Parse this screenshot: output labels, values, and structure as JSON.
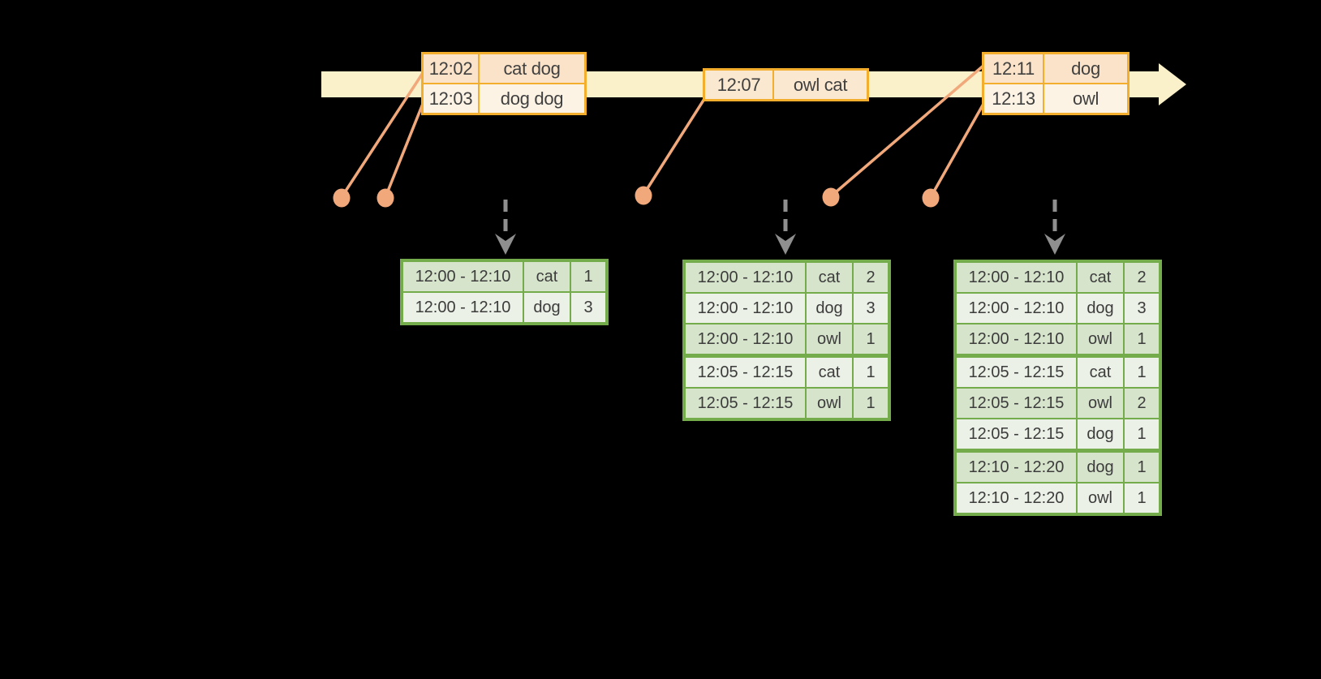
{
  "colors": {
    "background": "#000000",
    "timeline_band": "#FAF0C9",
    "event_border": "#F3AE2D",
    "event_row_peach": "#FAE3C8",
    "event_row_cream": "#FDF3E4",
    "event_row_single": "#FBE8D0",
    "marker_salmon": "#F1A87B",
    "result_border": "#74AC4C",
    "result_row_dark": "#D7E4CC",
    "result_row_light": "#EBF1E6",
    "dashed_arrow_gray": "#8F8F8F",
    "text": "#3C3C3C"
  },
  "event_groups": [
    {
      "id": "events-1202-1203",
      "rows": [
        {
          "time": "12:02",
          "words": "cat dog"
        },
        {
          "time": "12:03",
          "words": "dog dog"
        }
      ]
    },
    {
      "id": "events-1207",
      "rows": [
        {
          "time": "12:07",
          "words": "owl cat"
        }
      ]
    },
    {
      "id": "events-1211-1213",
      "rows": [
        {
          "time": "12:11",
          "words": "dog"
        },
        {
          "time": "12:13",
          "words": "owl"
        }
      ]
    }
  ],
  "result_tables": [
    {
      "id": "counts-1",
      "group_breaks": [],
      "rows": [
        {
          "window": "12:00 - 12:10",
          "word": "cat",
          "count": "1"
        },
        {
          "window": "12:00 - 12:10",
          "word": "dog",
          "count": "3"
        }
      ]
    },
    {
      "id": "counts-2",
      "group_breaks": [
        3
      ],
      "rows": [
        {
          "window": "12:00 - 12:10",
          "word": "cat",
          "count": "2"
        },
        {
          "window": "12:00 - 12:10",
          "word": "dog",
          "count": "3"
        },
        {
          "window": "12:00 - 12:10",
          "word": "owl",
          "count": "1"
        },
        {
          "window": "12:05 - 12:15",
          "word": "cat",
          "count": "1"
        },
        {
          "window": "12:05 - 12:15",
          "word": "owl",
          "count": "1"
        }
      ]
    },
    {
      "id": "counts-3",
      "group_breaks": [
        3,
        6
      ],
      "rows": [
        {
          "window": "12:00 - 12:10",
          "word": "cat",
          "count": "2"
        },
        {
          "window": "12:00 - 12:10",
          "word": "dog",
          "count": "3"
        },
        {
          "window": "12:00 - 12:10",
          "word": "owl",
          "count": "1"
        },
        {
          "window": "12:05 - 12:15",
          "word": "cat",
          "count": "1"
        },
        {
          "window": "12:05 - 12:15",
          "word": "owl",
          "count": "2"
        },
        {
          "window": "12:05 - 12:15",
          "word": "dog",
          "count": "1"
        },
        {
          "window": "12:10 - 12:20",
          "word": "dog",
          "count": "1"
        },
        {
          "window": "12:10 - 12:20",
          "word": "owl",
          "count": "1"
        }
      ]
    }
  ]
}
